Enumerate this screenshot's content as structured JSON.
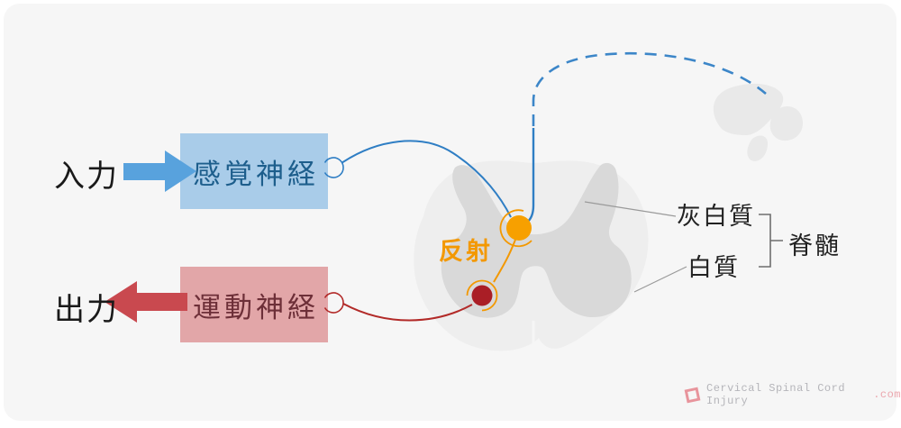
{
  "labels": {
    "input": "入力",
    "output": "出力",
    "sensory_nerve": "感覚神経",
    "motor_nerve": "運動神経",
    "reflex": "反射",
    "gray_matter": "灰白質",
    "white_matter": "白質",
    "spinal_cord": "脊髄"
  },
  "logo": {
    "text": "Cervical Spinal Cord Injury",
    "suffix": ".com"
  },
  "colors": {
    "card_background": "#f6f6f6",
    "sensory_box_fill": "#a9cce9",
    "sensory_text": "#1d5e8c",
    "input_arrow": "#58a2dd",
    "sensory_fiber": "#2f7ec4",
    "ascending_dashed_fiber": "#3c86c8",
    "motor_box_fill": "#e2a6a8",
    "motor_text": "#6d2f38",
    "output_arrow": "#c9494f",
    "motor_fiber": "#b22a28",
    "reflex_orange": "#f39800",
    "interneuron_dot": "#f7a000",
    "motor_neuron_dot": "#aa1e26",
    "cord_white_matter": "#eeeeee",
    "cord_gray_matter": "#d9d9d9",
    "brain_silhouette": "#e9e9e9",
    "annotation_text": "#222222"
  }
}
